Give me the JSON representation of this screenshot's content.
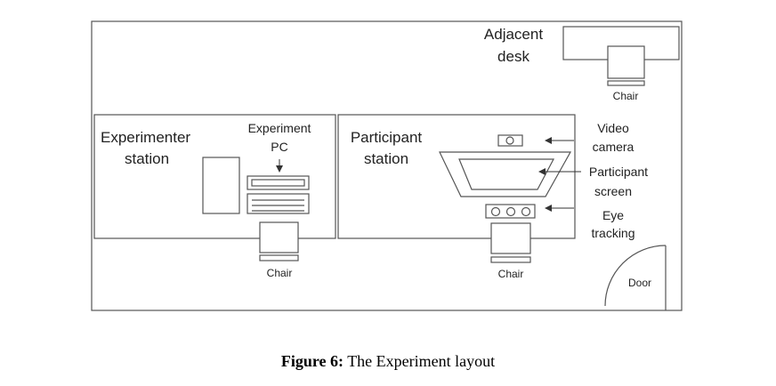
{
  "labels": {
    "adjacent_desk": [
      "Adjacent",
      "desk"
    ],
    "chair": "Chair",
    "experimenter_station": [
      "Experimenter",
      "station"
    ],
    "experiment_pc": [
      "Experiment",
      "PC"
    ],
    "participant_station": [
      "Participant",
      "station"
    ],
    "video_camera": [
      "Video",
      "camera"
    ],
    "participant_screen": [
      "Participant",
      "screen"
    ],
    "eye_tracking": [
      "Eye",
      "tracking"
    ],
    "door": "Door"
  },
  "caption": {
    "number": "Figure 6:",
    "text": "The Experiment layout"
  },
  "colors": {
    "line": "#555555",
    "text": "#222222"
  }
}
